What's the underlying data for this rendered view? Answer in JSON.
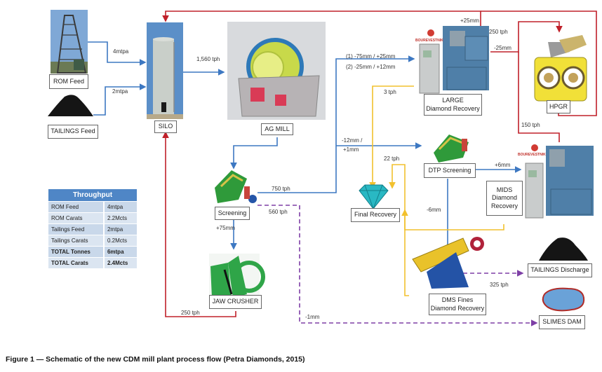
{
  "figure": {
    "caption": "Figure 1 — Schematic of the new CDM mill plant process flow (Petra Diamonds, 2015)"
  },
  "colors": {
    "feed_line": "#3d78c2",
    "recycle_line": "#c0202a",
    "recovery_line": "#f2c12e",
    "waste_line": "#7e3fa6",
    "table_header": "#4f86c6"
  },
  "units": {
    "rom_feed": "ROM Feed",
    "tailings_feed": "TAILINGS Feed",
    "silo": "SILO",
    "ag_mill": "AG MILL",
    "screening": "Screening",
    "jaw_crusher": "JAW CRUSHER",
    "large_recovery_line1": "LARGE",
    "large_recovery_line2": "Diamond Recovery",
    "hpgr": "HPGR",
    "dtp_screening": "DTP Screening",
    "mids_line1": "MIDS",
    "mids_line2": "Diamond",
    "mids_line3": "Recovery",
    "final_recovery": "Final Recovery",
    "dms_line1": "DMS Fines",
    "dms_line2": "Diamond Recovery",
    "tailings_discharge": "TAILINGS Discharge",
    "slimes_dam": "SLIMES DAM",
    "brand": "BOUREVESTNIK"
  },
  "flows": {
    "rom_to_silo": "4mtpa",
    "tailings_to_silo": "2mtpa",
    "silo_to_mill": "1,560 tph",
    "to_large_1": "(1) -75mm / +25mm",
    "to_large_2": "(2) -25mm / +12mm",
    "large_to_final": "3 tph",
    "large_oversize": "+25mm",
    "large_recycle": "250 tph",
    "large_undersize": "-25mm",
    "hpgr_return": "150 tph",
    "to_dtp_1": "-12mm /",
    "to_dtp_2": "+1mm",
    "mids_to_final": "22 tph",
    "dtp_coarse": "+6mm",
    "dtp_fine": "-6mm",
    "screen_to_plant": "750 tph",
    "screen_fines": "560 tph",
    "screen_oversize": "+75mm",
    "jaw_return": "250 tph",
    "slimes": "-1mm",
    "dms_tailings": "325 tph"
  },
  "throughput": {
    "title": "Throughput",
    "rows": [
      {
        "label": "ROM Feed",
        "value": "4mtpa",
        "bold": false
      },
      {
        "label": "ROM Carats",
        "value": "2.2Mcts",
        "bold": false
      },
      {
        "label": "Tailings Feed",
        "value": "2mtpa",
        "bold": false
      },
      {
        "label": "Tailings Carats",
        "value": "0.2Mcts",
        "bold": false
      },
      {
        "label": "TOTAL Tonnes",
        "value": "6mtpa",
        "bold": true
      },
      {
        "label": "TOTAL Carats",
        "value": "2.4Mcts",
        "bold": true
      }
    ]
  }
}
